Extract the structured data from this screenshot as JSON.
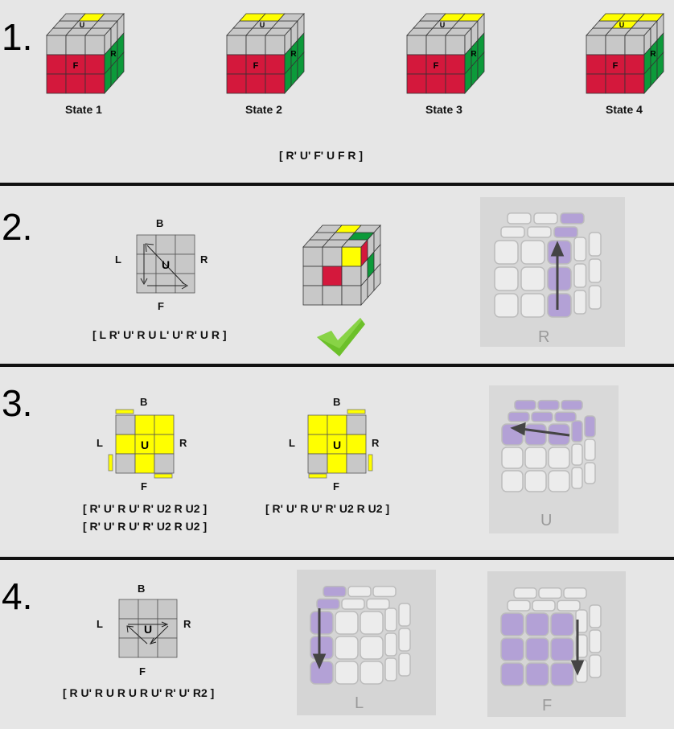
{
  "step1": {
    "number": "1.",
    "states": [
      {
        "caption": "State 1",
        "top_yellow": [
          1
        ]
      },
      {
        "caption": "State 2",
        "top_yellow": [
          0,
          1
        ]
      },
      {
        "caption": "State 3",
        "top_yellow": [
          1,
          2
        ]
      },
      {
        "caption": "State 4",
        "top_yellow": [
          0,
          1,
          2,
          3
        ]
      }
    ],
    "face_front": "F",
    "face_right": "R",
    "face_up": "U",
    "algorithm": "[ R' U' F' U F R ]"
  },
  "step2": {
    "number": "2.",
    "diagram": {
      "top": "B",
      "left": "L",
      "right": "R",
      "bottom": "F",
      "center": "U"
    },
    "algorithm": "[ L R' U' R U L' U' R' U R ]",
    "photo_label": "R"
  },
  "step3": {
    "number": "3.",
    "diagram_a": {
      "top": "B",
      "left": "L",
      "right": "R",
      "bottom": "F",
      "center": "U"
    },
    "diagram_b": {
      "top": "B",
      "left": "L",
      "right": "R",
      "bottom": "F",
      "center": "U"
    },
    "algorithm_a_line1": "[ R' U' R U' R' U2 R U2 ]",
    "algorithm_a_line2": "[ R' U' R U' R' U2 R U2 ]",
    "algorithm_b": "[ R' U' R U' R' U2 R U2 ]",
    "photo_label": "U"
  },
  "step4": {
    "number": "4.",
    "diagram": {
      "top": "B",
      "left": "L",
      "right": "R",
      "bottom": "F",
      "center": "U"
    },
    "algorithm": "[ R U' R U R U R U' R' U' R2 ]",
    "photo_left_label": "L",
    "photo_right_label": "F"
  },
  "colors": {
    "gray": "#c8c8c8",
    "yellow": "#ffff00",
    "red": "#d4183c",
    "green": "#0c9a3a",
    "purple": "#b3a1d6",
    "check_green": "#6cc02a"
  }
}
